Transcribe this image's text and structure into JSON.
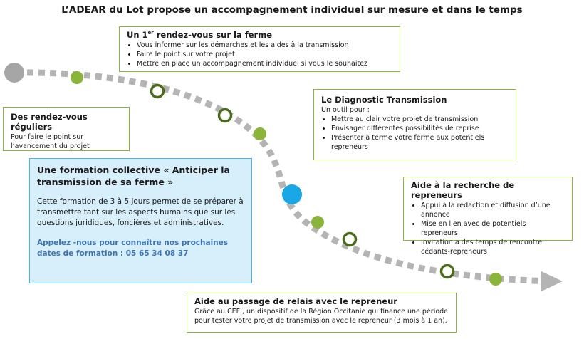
{
  "title": "L’ADEAR du Lot propose un accompagnement individuel sur mesure et dans le temps",
  "colors": {
    "green": "#8ab43a",
    "dark_green": "#4a6a1c",
    "blue": "#1aa7e6",
    "gray": "#a6a6a6",
    "dash": "#b4b4b4",
    "box_blue_bg": "#d7eefb",
    "box_blue_border": "#4ab3e6",
    "contact_blue": "#3d74b2"
  },
  "boxes": {
    "rdv": {
      "title_main": "Un 1",
      "title_sup": "er",
      "title_rest": " rendez-vous sur la ferme",
      "items": [
        "Vous informer sur les démarches et les aides à la transmission",
        "Faire le point sur votre projet",
        "Mettre en place un accompagnement individuel si vous le souhaitez"
      ]
    },
    "reguliers": {
      "title": "Des rendez-vous réguliers",
      "text_line1": "Pour faire le point sur",
      "text_line2": "l’avancement du projet"
    },
    "diagnostic": {
      "title": "Le Diagnostic Transmission",
      "subtitle": "Un outil pour :",
      "items": [
        "Mettre au clair votre projet de transmission",
        "Envisager différentes possibilités de reprise",
        "Présenter à terme votre ferme aux potentiels repreneurs"
      ]
    },
    "formation": {
      "title": "Une formation collective « Anticiper la transmission de sa ferme »",
      "text": "Cette formation de 3 à 5 jours permet de se préparer à transmettre tant sur les aspects humains que sur les questions juridiques, foncières et administratives.",
      "contact": "Appelez -nous pour connaître nos prochaines dates de formation : 05 65 34 08 37"
    },
    "recherche": {
      "title": "Aide à la recherche de repreneurs",
      "items": [
        "Appui à la rédaction et diffusion d’une annonce",
        "Mise en lien avec de potentiels repreneurs",
        "Invitation à des temps de rencontre cédants-repreneurs"
      ]
    },
    "relais": {
      "title": "Aide au passage de relais avec le repreneur",
      "text": "Grâce au CEFI, un dispositif de la Région Occitanie qui finance une période pour tester votre projet de transmission avec le repreneur (3 mois à 1 an)."
    }
  }
}
